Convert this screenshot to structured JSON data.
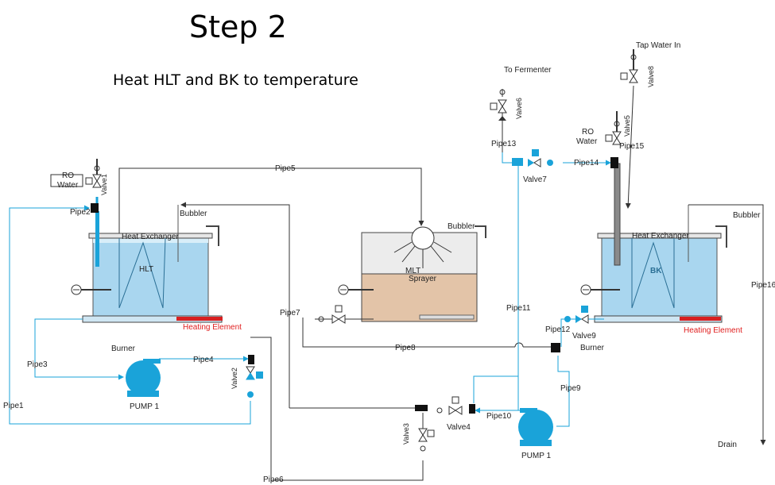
{
  "header": {
    "title": "Step 2",
    "subtitle": "Heat HLT and BK to temperature"
  },
  "tanks": {
    "hlt": {
      "name": "HLT",
      "heat_exchanger": "Heat Exchanger",
      "bubbler": "Bubbler",
      "heating_element": "Heating Element"
    },
    "mlt": {
      "name": "MLT",
      "sprayer": "Sprayer",
      "bubbler": "Bubbler"
    },
    "bk": {
      "name": "BK",
      "heat_exchanger": "Heat Exchanger",
      "bubbler": "Bubbler",
      "heating_element": "Heating Element"
    }
  },
  "labels": {
    "ro_water_1": "RO",
    "ro_water_1b": "Water",
    "ro_water_2": "RO",
    "ro_water_2b": "Water",
    "to_fermenter": "To Fermenter",
    "tap_water_in": "Tap Water In",
    "drain": "Drain",
    "burner_1": "Burner",
    "burner_2": "Burner"
  },
  "pumps": {
    "pump_left": "PUMP 1",
    "pump_right": "PUMP 1"
  },
  "valves": {
    "v1": "Valve1",
    "v2": "Valve2",
    "v3": "Valve3",
    "v4": "Valve4",
    "v5": "Valve5",
    "v6": "Valve6",
    "v7": "Valve7",
    "v8": "Valve8",
    "v9": "Valve9"
  },
  "pipes": {
    "p1": "Pipe1",
    "p2": "Pipe2",
    "p3": "Pipe3",
    "p4": "Pipe4",
    "p5": "Pipe5",
    "p6": "Pipe6",
    "p7": "Pipe7",
    "p8": "Pipe8",
    "p9": "Pipe9",
    "p10": "Pipe10",
    "p11": "Pipe11",
    "p12": "Pipe12",
    "p13": "Pipe13",
    "p14": "Pipe14",
    "p15": "Pipe15",
    "p16": "Pipe16"
  },
  "colors": {
    "water": "#a9d6ef",
    "water_dark": "#6db8e0",
    "mash": "#e3c4a8",
    "flow": "#1aa3d9",
    "pipe_gray": "#3a3a3a",
    "element_red": "#d82020"
  }
}
